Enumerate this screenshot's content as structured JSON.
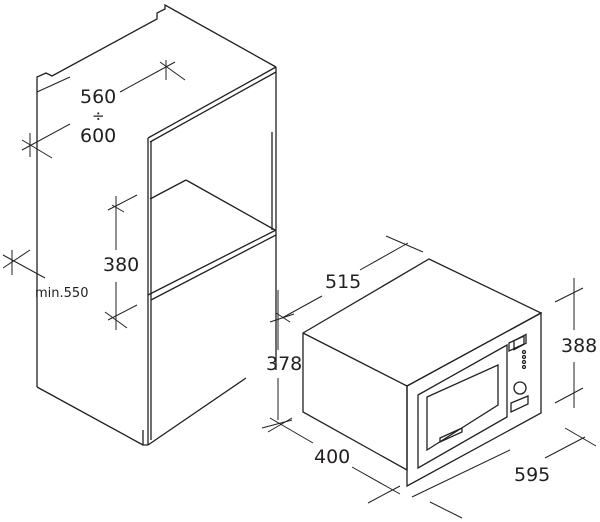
{
  "dimensions": {
    "niche_width_min": "560",
    "niche_width_separator": "÷",
    "niche_width_max": "600",
    "niche_height": "380",
    "niche_depth": "min.550",
    "microwave_body_height": "378",
    "microwave_depth": "515",
    "microwave_body_width": "400",
    "microwave_frame_height": "388",
    "microwave_frame_width": "595"
  },
  "colors": {
    "line": "#231f20",
    "background": "#ffffff"
  }
}
